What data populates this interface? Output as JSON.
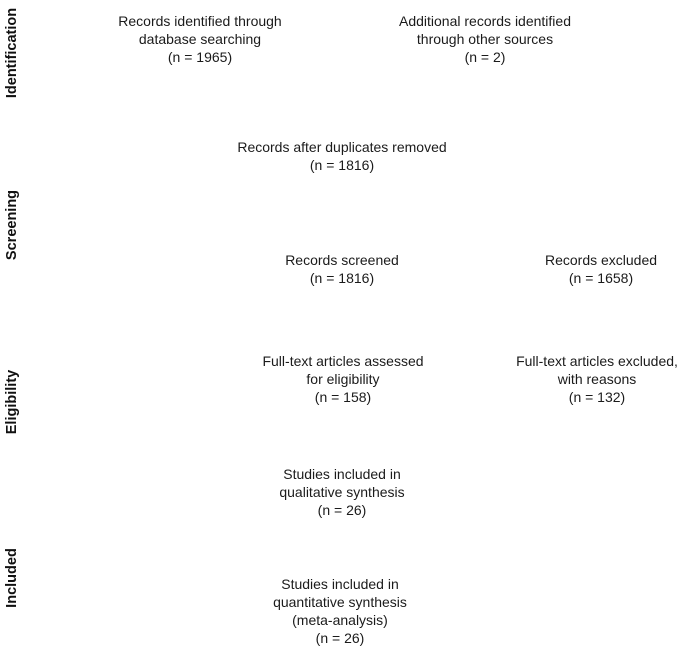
{
  "diagram": {
    "type": "prisma-flow",
    "background_color": "#ffffff",
    "text_color": "#1b1b1b"
  },
  "stages": [
    {
      "label": "Identification"
    },
    {
      "label": "Screening"
    },
    {
      "label": "Eligibility"
    },
    {
      "label": "Included"
    }
  ],
  "boxes": [
    {
      "name": "records-identified-database",
      "lines": [
        "Records identified through",
        "database searching",
        "(n = 1965)"
      ]
    },
    {
      "name": "additional-records-other-sources",
      "lines": [
        "Additional records identified",
        "through other sources",
        "(n = 2)"
      ]
    },
    {
      "name": "records-after-duplicates-removed",
      "lines": [
        "Records after duplicates removed",
        "(n = 1816)"
      ]
    },
    {
      "name": "records-screened",
      "lines": [
        "Records screened",
        "(n = 1816)"
      ]
    },
    {
      "name": "records-excluded",
      "lines": [
        "Records excluded",
        "(n = 1658)"
      ]
    },
    {
      "name": "fulltext-articles-assessed",
      "lines": [
        "Full-text articles assessed",
        "for eligibility",
        "(n = 158)"
      ]
    },
    {
      "name": "fulltext-articles-excluded",
      "lines": [
        "Full-text articles excluded,",
        "with reasons",
        "(n = 132)"
      ]
    },
    {
      "name": "studies-qualitative-synthesis",
      "lines": [
        "Studies included in",
        "qualitative synthesis",
        "(n = 26)"
      ]
    },
    {
      "name": "studies-quantitative-synthesis",
      "lines": [
        "Studies included in",
        "quantitative synthesis",
        "(meta-analysis)",
        "(n = 26)"
      ]
    }
  ]
}
